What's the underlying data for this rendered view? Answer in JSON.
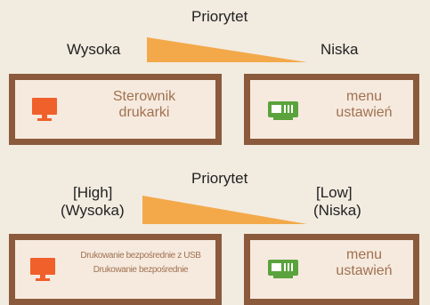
{
  "colors": {
    "background": "#f2ebe0",
    "panel_border": "#8b5a3c",
    "panel_fill": "#f6eadf",
    "panel_text": "#a0714f",
    "wedge": "#f3a94a",
    "monitor_icon": "#f0602a",
    "menu_icon": "#5aa33c"
  },
  "top": {
    "priority_label": "Priorytet",
    "high_label": "Wysoka",
    "low_label": "Niska",
    "left_panel": {
      "icon": "monitor-icon",
      "line1": "Sterownik",
      "line2": "drukarki"
    },
    "right_panel": {
      "icon": "control-panel-icon",
      "line1": "menu",
      "line2": "ustawień"
    }
  },
  "bottom": {
    "priority_label": "Priorytet",
    "high_label_en": "[High]",
    "high_label": "(Wysoka)",
    "low_label_en": "[Low]",
    "low_label": "(Niska)",
    "left_panel": {
      "icon": "monitor-icon",
      "line1": "Drukowanie bezpośrednie z USB",
      "line2": "Drukowanie bezpośrednie"
    },
    "right_panel": {
      "icon": "control-panel-icon",
      "line1": "menu",
      "line2": "ustawień"
    }
  }
}
